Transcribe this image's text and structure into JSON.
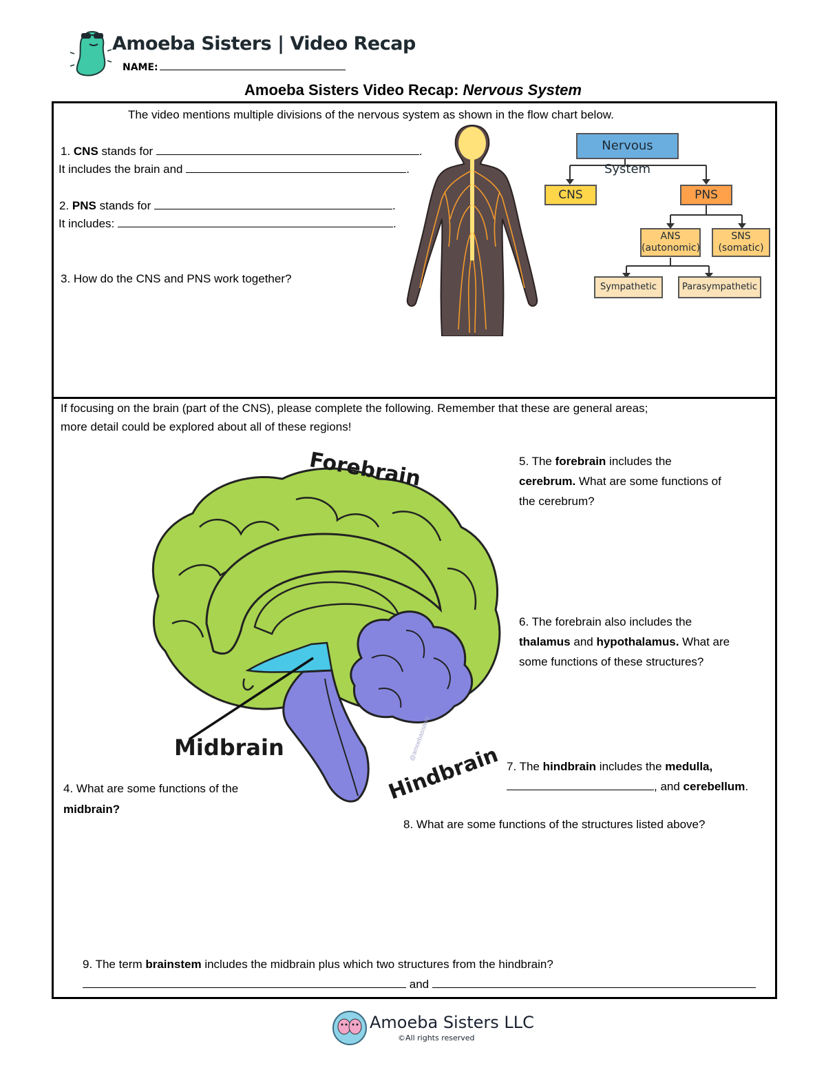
{
  "header": {
    "logo_title": "Amoeba Sisters | Video Recap",
    "name_label": "NAME:"
  },
  "title": {
    "main": "Amoeba Sisters Video Recap: ",
    "topic": "Nervous System"
  },
  "section1": {
    "intro": "The video mentions multiple divisions of the nervous system as shown in the flow chart below.",
    "q1_num": "1. ",
    "q1_bold": "CNS",
    "q1_text": " stands for",
    "q1_line2": "It includes the brain and",
    "q2_num": "2. ",
    "q2_bold": "PNS",
    "q2_text": " stands for",
    "q2_line2": "It includes:",
    "q3": "3. How do the CNS and PNS work together?",
    "period": "."
  },
  "flowchart": {
    "nervous_system": "Nervous System",
    "cns": "CNS",
    "pns": "PNS",
    "ans": "ANS",
    "ans_sub": "(autonomic)",
    "sns": "SNS",
    "sns_sub": "(somatic)",
    "sympathetic": "Sympathetic",
    "parasympathetic": "Parasympathetic",
    "colors": {
      "nervous_system": "#6aaee0",
      "cns": "#ffd54a",
      "pns": "#ffa04a",
      "ans_sns": "#ffcf7a",
      "sym": "#fbe2b8"
    }
  },
  "section2": {
    "intro_line1": "If focusing on the brain (part of the CNS), please complete the following. Remember that these are general areas;",
    "intro_line2": "more detail could be explored about all of these regions!",
    "q4_line1": "4. What are some functions of the",
    "q4_line2": "midbrain?",
    "q5_a": "5. The ",
    "q5_bold1": "forebrain",
    "q5_b": " includes the",
    "q5_bold2": "cerebrum.",
    "q5_c": " What are some functions of",
    "q5_d": "the cerebrum?",
    "q6_line1": "6. The forebrain also includes the",
    "q6_bold1": "thalamus",
    "q6_and": " and ",
    "q6_bold2": "hypothalamus.",
    "q6_c": " What are",
    "q6_line3": "some functions of these structures?",
    "q7_a": "7. The ",
    "q7_bold1": "hindbrain",
    "q7_b": " includes the ",
    "q7_bold2": "medulla,",
    "q7_c": ", and ",
    "q7_bold3": "cerebellum",
    "q7_d": ".",
    "q8": "8. What are some functions of the structures listed above?",
    "q9_a": "9. The term ",
    "q9_bold": "brainstem",
    "q9_b": " includes the midbrain plus which two structures from the hindbrain?",
    "q9_and": "and"
  },
  "brain_labels": {
    "forebrain": "Forebrain",
    "midbrain": "Midbrain",
    "hindbrain": "Hindbrain",
    "watermark": "@amoebasisters",
    "colors": {
      "forebrain": "#a8d44f",
      "hindbrain": "#8585e0",
      "thalamus": "#49c8e8"
    }
  },
  "footer": {
    "company": "Amoeba Sisters LLC",
    "rights": "©All rights reserved"
  }
}
